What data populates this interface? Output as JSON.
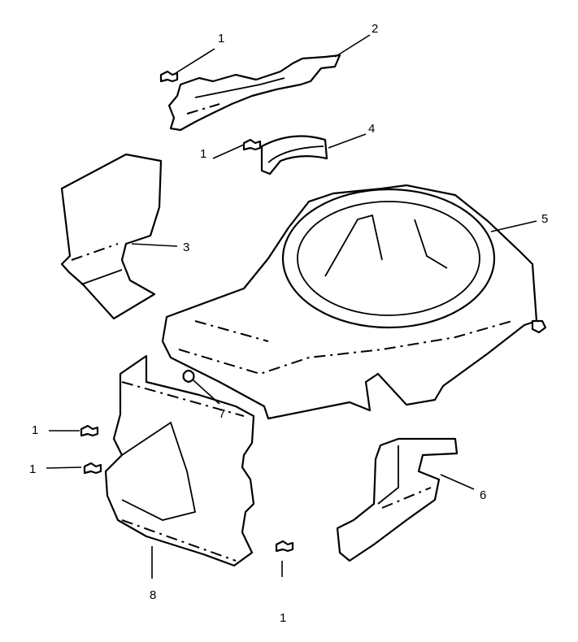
{
  "diagram": {
    "callouts": [
      {
        "id": "c1a",
        "text": "1"
      },
      {
        "id": "c2",
        "text": "2"
      },
      {
        "id": "c1b",
        "text": "1"
      },
      {
        "id": "c4",
        "text": "4"
      },
      {
        "id": "c5",
        "text": "5"
      },
      {
        "id": "c3",
        "text": "3"
      },
      {
        "id": "c7",
        "text": "7"
      },
      {
        "id": "c1c",
        "text": "1"
      },
      {
        "id": "c1d",
        "text": "1"
      },
      {
        "id": "c6",
        "text": "6"
      },
      {
        "id": "c8",
        "text": "8"
      },
      {
        "id": "c1e",
        "text": "1"
      }
    ],
    "colors": {
      "ink": "#000000",
      "paper": "#ffffff"
    }
  }
}
